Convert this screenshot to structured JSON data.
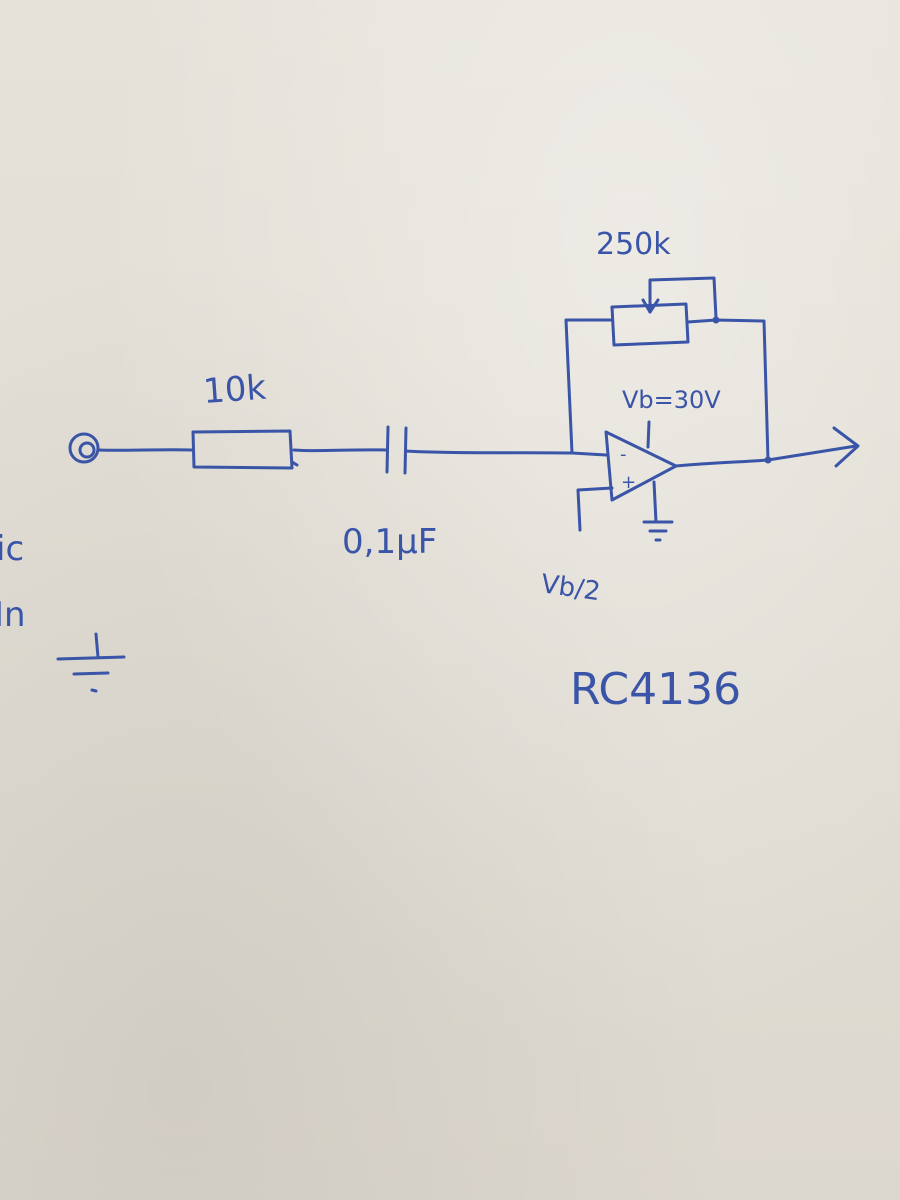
{
  "colors": {
    "ink": "#3a55a8",
    "paper": "#e3dfd7"
  },
  "labels": {
    "r_in": "10k",
    "c_in": "0,1µF",
    "r_fb": "250k",
    "v_supply": "Vb=30V",
    "v_bias": "Vb/2",
    "ic_part": "RC4136",
    "input_line1": "ic",
    "input_line2": "In"
  },
  "opamp_signs": {
    "inverting": "-",
    "non_inverting": "+"
  }
}
